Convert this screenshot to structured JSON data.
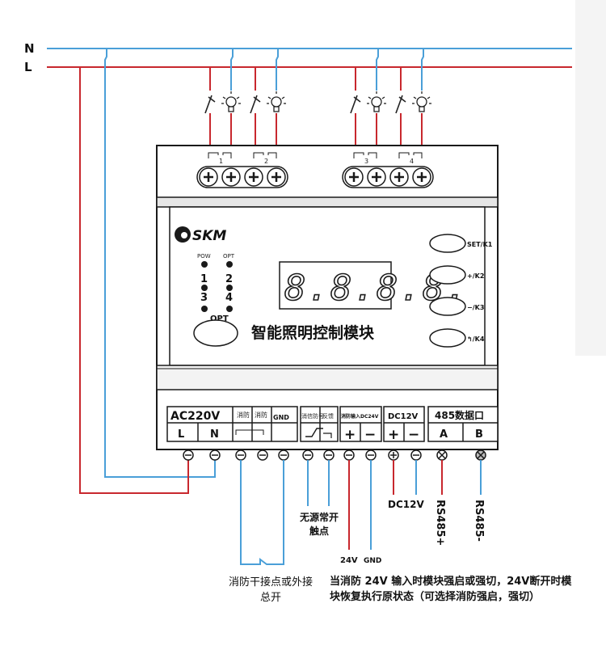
{
  "lines": {
    "n": "N",
    "l": "L"
  },
  "colors": {
    "blue": "#4a9fd8",
    "red": "#c8282e",
    "panel": "#efefef",
    "dark": "#1a1a1a"
  },
  "module": {
    "brand": "SKM",
    "title": "智能照明控制模块",
    "display": "8.8.8.8.",
    "led_pow": "POW",
    "led_opt": "OPT",
    "led_1": "1",
    "led_2": "2",
    "led_3": "3",
    "led_4": "4",
    "opt_button": "OPT",
    "keys": [
      "SET/K1",
      "+/K2",
      "−/K3",
      "↰/K4"
    ],
    "channels": [
      "1",
      "2",
      "3",
      "4"
    ]
  },
  "terminals": {
    "ac": "AC220V",
    "l": "L",
    "n": "N",
    "fire1": "消防",
    "fire2": "GND",
    "sig": "消信防号",
    "fb": "反馈",
    "in24": "消防输入DC24V",
    "dc12": "DC12V",
    "rs485": "485数据口",
    "a": "A",
    "b": "B"
  },
  "labels": {
    "dc12": "DC12V",
    "rs485p": "RS485+",
    "rs485m": "RS485-",
    "v24": "24V",
    "gnd": "GND",
    "nc": "无源常开触点",
    "dry": "消防干接点或外接总开",
    "note": "当消防 24V 输入时模块强启或强切，24V断开时模块恢复执行原状态（可选择消防强启，强切）"
  }
}
